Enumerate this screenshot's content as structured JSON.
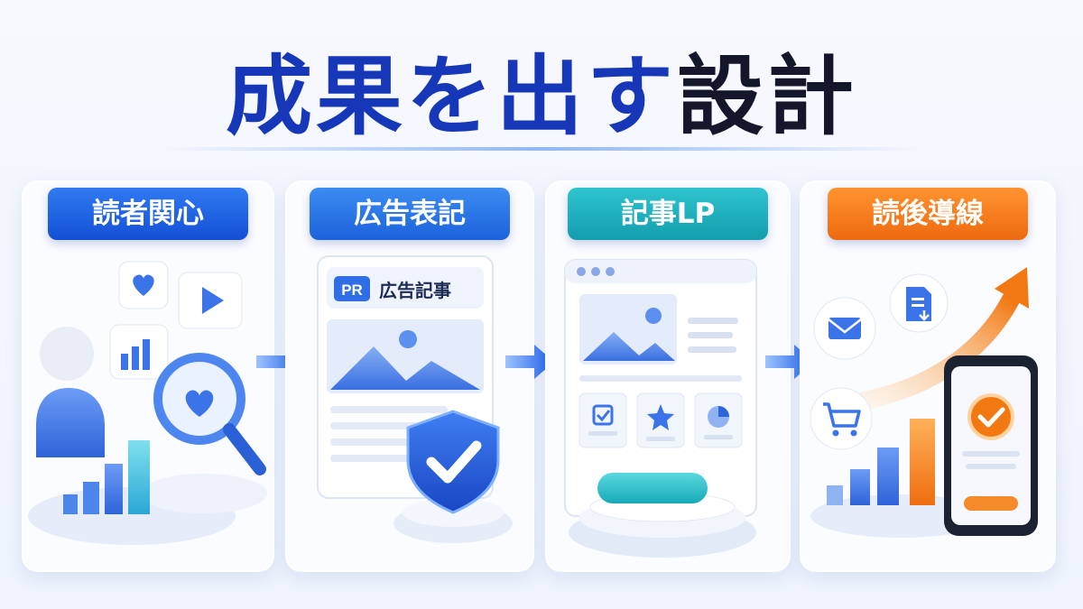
{
  "title": {
    "part1": "成果を出す",
    "part2": "設計"
  },
  "steps": [
    {
      "label": "読者関心",
      "color": "#1a5fe0"
    },
    {
      "label": "広告表記",
      "color": "#1e74e6",
      "badge": "PR",
      "badge_text": "広告記事"
    },
    {
      "label": "記事LP",
      "color": "#19aebe"
    },
    {
      "label": "読後導線",
      "color": "#f57c1c"
    }
  ],
  "icons": {
    "step1": [
      "person-icon",
      "magnifier-heart-icon",
      "heart-bubble-icon",
      "play-bubble-icon",
      "bar-chart-bubble-icon",
      "bar-chart-icon"
    ],
    "step2": [
      "ad-document-icon",
      "landscape-image-icon",
      "shield-check-icon"
    ],
    "step3": [
      "browser-window-icon",
      "landscape-image-icon",
      "checkbox-card-icon",
      "star-card-icon",
      "pie-card-icon",
      "cta-button-icon"
    ],
    "step4": [
      "mail-icon",
      "document-download-icon",
      "cart-icon",
      "rising-arrow-icon",
      "smartphone-check-icon",
      "bar-chart-icon"
    ]
  }
}
